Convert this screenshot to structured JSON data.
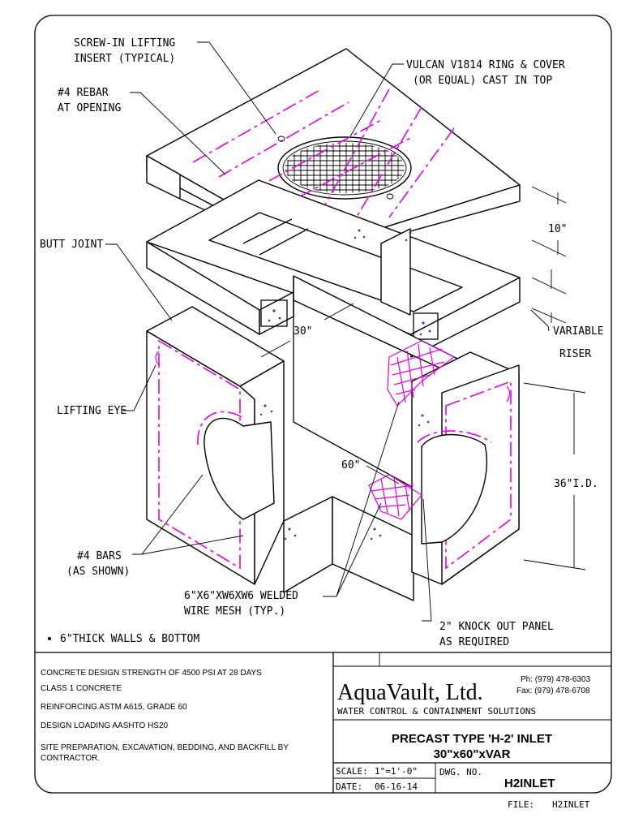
{
  "callouts": {
    "screw_insert": [
      "SCREW-IN LIFTING",
      "INSERT (TYPICAL)"
    ],
    "ring_cover": [
      "VULCAN V1814 RING & COVER",
      "(OR EQUAL) CAST IN TOP"
    ],
    "rebar_opening": [
      "#4 REBAR",
      "AT OPENING"
    ],
    "butt_joint": "BUTT JOINT",
    "lifting_eye": "LIFTING EYE",
    "bars": [
      "#4 BARS",
      "(AS SHOWN)"
    ],
    "wire_mesh": [
      "6\"X6\"XW6XW6 WELDED",
      "WIRE MESH (TYP.)"
    ],
    "knock_out": [
      "2\" KNOCK OUT PANEL",
      "AS REQUIRED"
    ],
    "variable_riser": [
      "VARIABLE",
      "RISER"
    ]
  },
  "dimensions": {
    "top_thickness": "10\"",
    "width": "30\"",
    "length": "60\"",
    "inside_depth": "36\"I.D."
  },
  "bullet_note": "6\"THICK WALLS & BOTTOM",
  "general_notes": [
    "CONCRETE DESIGN STRENGTH OF 4500 PSI AT 28 DAYS",
    "CLASS 1 CONCRETE",
    "REINFORCING ASTM A615, GRADE 60",
    "DESIGN LOADING AASHTO HS20",
    "SITE PREPARATION, EXCAVATION, BEDDING, AND BACKFILL BY",
    "CONTRACTOR."
  ],
  "company": {
    "name": "AquaVault, Ltd.",
    "phone": "Ph: (979)  478-6303",
    "fax": "Fax: (979)  478-6708",
    "tagline": "WATER CONTROL & CONTAINMENT SOLUTIONS"
  },
  "title": {
    "line1": "PRECAST TYPE 'H-2' INLET",
    "line2": "30\"x60\"xVAR"
  },
  "title_block": {
    "scale_label": "SCALE:",
    "scale_value": "1\"=1'-0\"",
    "date_label": "DATE:",
    "date_value": "06-16-14",
    "dwg_label": "DWG. NO.",
    "dwg_value": "H2INLET",
    "file_label": "FILE:",
    "file_value": "H2INLET"
  },
  "colors": {
    "reinforcing": "#e600e6",
    "aggregate": "#3333cc",
    "linework": "#000000"
  }
}
